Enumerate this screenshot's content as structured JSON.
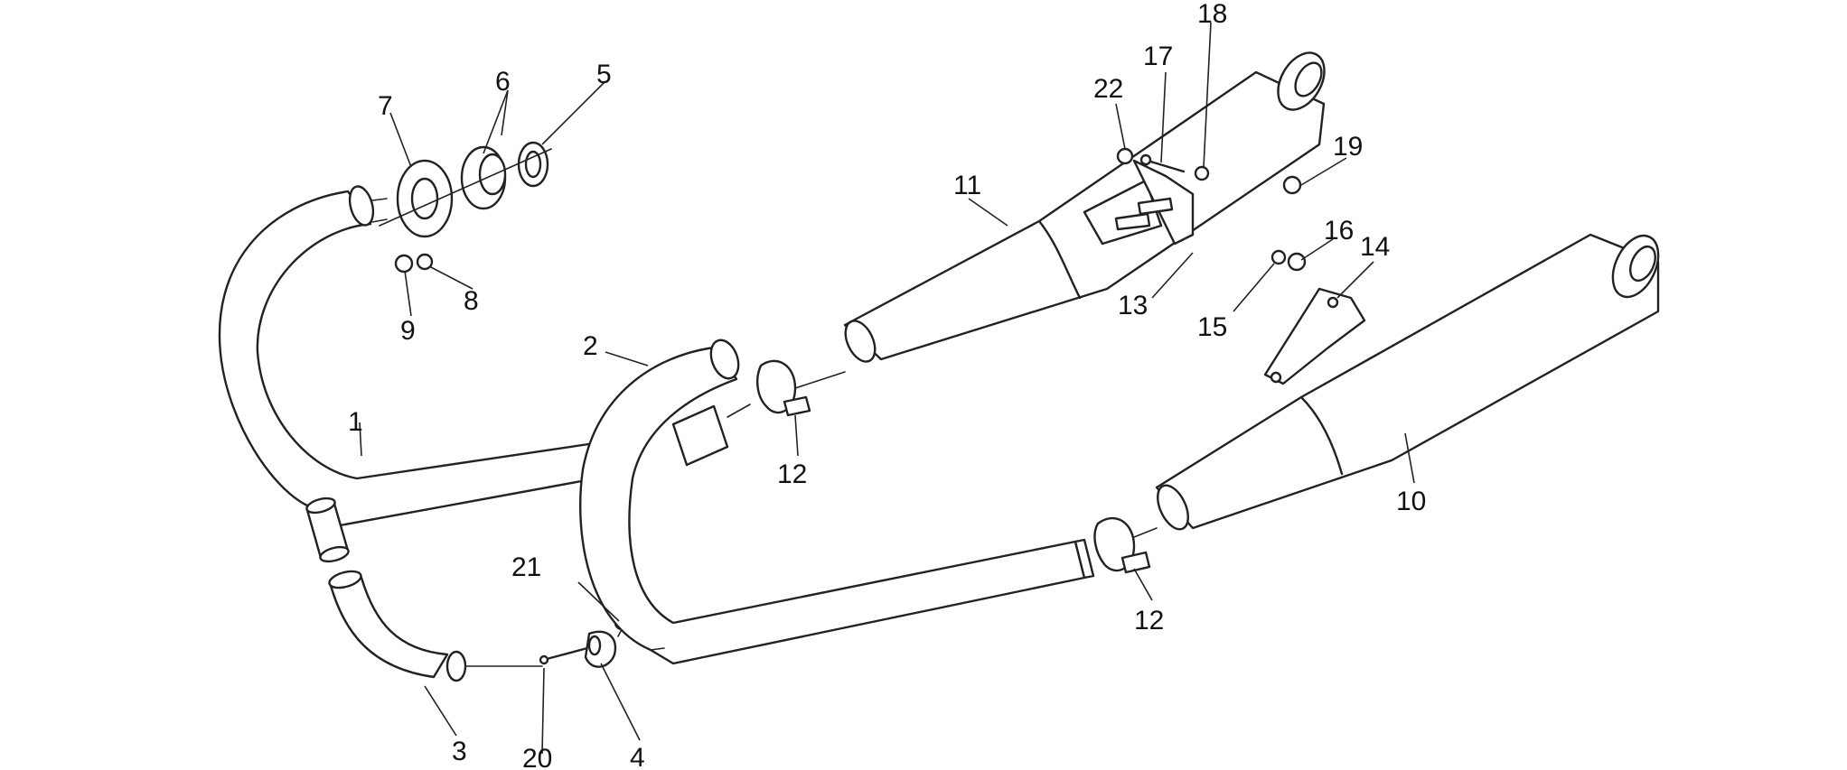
{
  "diagram": {
    "callouts": [
      "1",
      "2",
      "3",
      "4",
      "5",
      "6",
      "7",
      "8",
      "9",
      "10",
      "11",
      "12",
      "12",
      "13",
      "14",
      "15",
      "16",
      "17",
      "18",
      "19",
      "20",
      "21",
      "22"
    ]
  }
}
